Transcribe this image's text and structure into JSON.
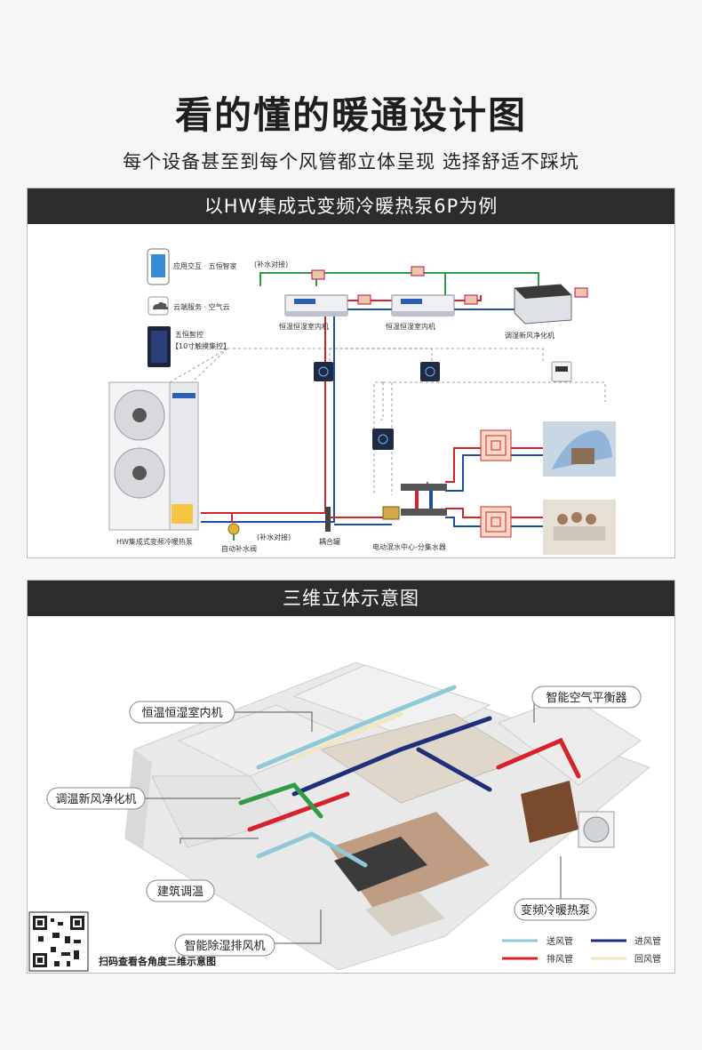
{
  "header": {
    "title": "看的懂的暖通设计图",
    "subtitle": "每个设备甚至到每个风管都立体呈现  选择舒适不踩坑"
  },
  "schematic": {
    "heading": "以HW集成式变频冷暖热泵6P为例",
    "labels": {
      "app": "应用交互 · 五恒智家",
      "cloud": "云端服务 · 空气云",
      "panel_name": "五恒智控",
      "panel_sub": "【10寸触摸集控】",
      "refill_top": "(补水对接)",
      "indoor1": "恒温恒湿室内机",
      "indoor2": "恒温恒湿室内机",
      "fresh_air": "调湿新风净化机",
      "refill_bottom": "(补水对接)",
      "auto_valve": "自动补水阀",
      "coupling_tank": "耦合罐",
      "manifold": "电动混水中心-分集水器",
      "heat_pump": "HW集成式变频冷暖热泵"
    }
  },
  "three_d": {
    "heading": "三维立体示意图",
    "callouts": {
      "indoor_unit": "恒温恒湿室内机",
      "balancer": "智能空气平衡器",
      "fresh_air": "调温新风净化机",
      "building": "建筑调温",
      "heat_pump": "变频冷暖热泵",
      "dehumid_fan": "智能除湿排风机"
    },
    "legend": {
      "supply": "送风管",
      "intake": "进风管",
      "exhaust": "排风管",
      "return": "回风管"
    },
    "qr_caption": "扫码查看各角度三维示意图"
  },
  "colors": {
    "red_pipe": "#d8222b",
    "blue_pipe": "#1d4fa8",
    "green_pipe": "#2e9b45",
    "supply_duct": "#8fc9d6",
    "intake_duct": "#1f2f7a",
    "exhaust_duct": "#d8222b",
    "return_duct": "#efe6c6"
  }
}
